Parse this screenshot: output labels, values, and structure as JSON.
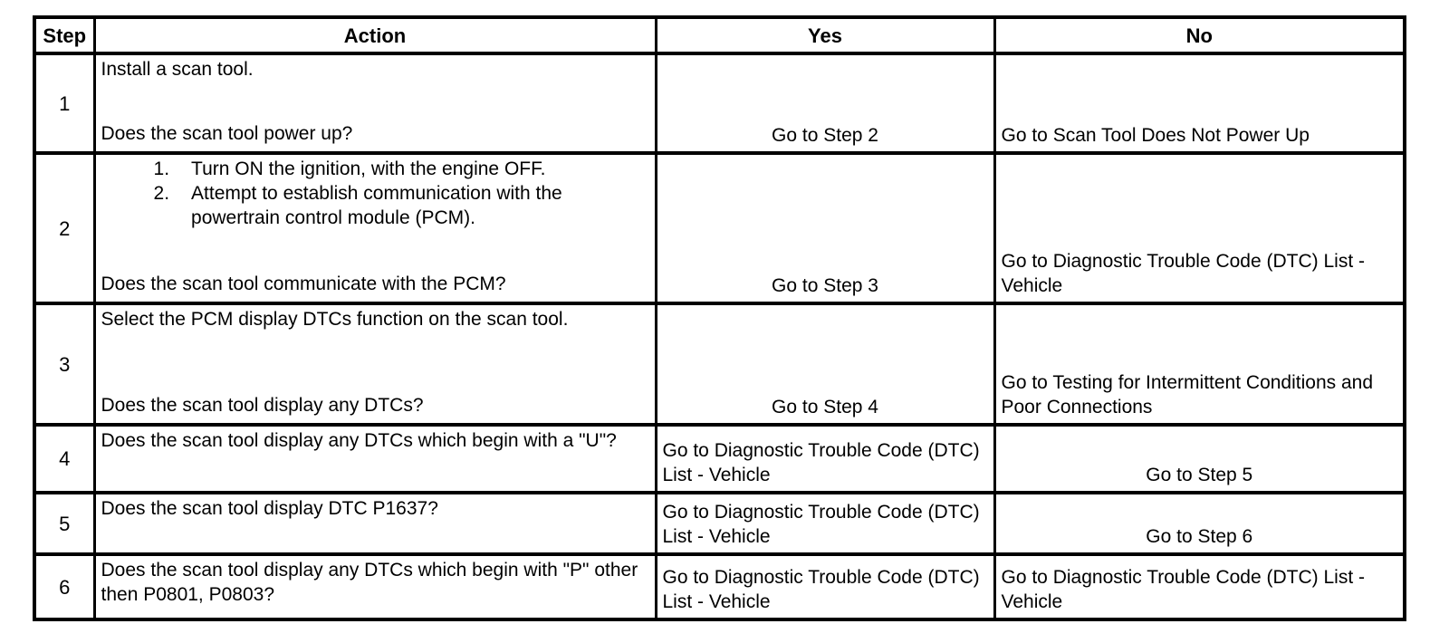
{
  "table": {
    "headers": {
      "step": "Step",
      "action": "Action",
      "yes": "Yes",
      "no": "No"
    },
    "rows": [
      {
        "step": "1",
        "action_intro": "Install a scan tool.",
        "action_list": [],
        "action_question": "Does the scan tool power up?",
        "yes": "Go to Step 2",
        "no": "Go to Scan Tool Does Not Power Up"
      },
      {
        "step": "2",
        "action_intro": "",
        "action_list": [
          "Turn ON the ignition, with the engine OFF.",
          "Attempt to establish communication with the powertrain control module (PCM)."
        ],
        "action_question": "Does the scan tool communicate with the PCM?",
        "yes": "Go to Step 3",
        "no": "Go to Diagnostic Trouble Code (DTC) List - Vehicle"
      },
      {
        "step": "3",
        "action_intro": "Select the PCM display DTCs function on the scan tool.",
        "action_list": [],
        "action_question": "Does the scan tool display any DTCs?",
        "yes": "Go to Step 4",
        "no": "Go to Testing for Intermittent Conditions and Poor Connections"
      },
      {
        "step": "4",
        "action_intro": "",
        "action_list": [],
        "action_question": "Does the scan tool display any DTCs which begin with a \"U\"?",
        "yes": "Go to Diagnostic Trouble Code (DTC) List - Vehicle",
        "no": "Go to Step 5"
      },
      {
        "step": "5",
        "action_intro": "",
        "action_list": [],
        "action_question": "Does the scan tool display DTC P1637?",
        "yes": "Go to Diagnostic Trouble Code (DTC) List - Vehicle",
        "no": "Go to Step 6"
      },
      {
        "step": "6",
        "action_intro": "",
        "action_list": [],
        "action_question": "Does the scan tool display any DTCs which begin with \"P\" other then P0801, P0803?",
        "yes": "Go to Diagnostic Trouble Code (DTC) List - Vehicle",
        "no": "Go to Diagnostic Trouble Code (DTC) List - Vehicle"
      }
    ]
  }
}
